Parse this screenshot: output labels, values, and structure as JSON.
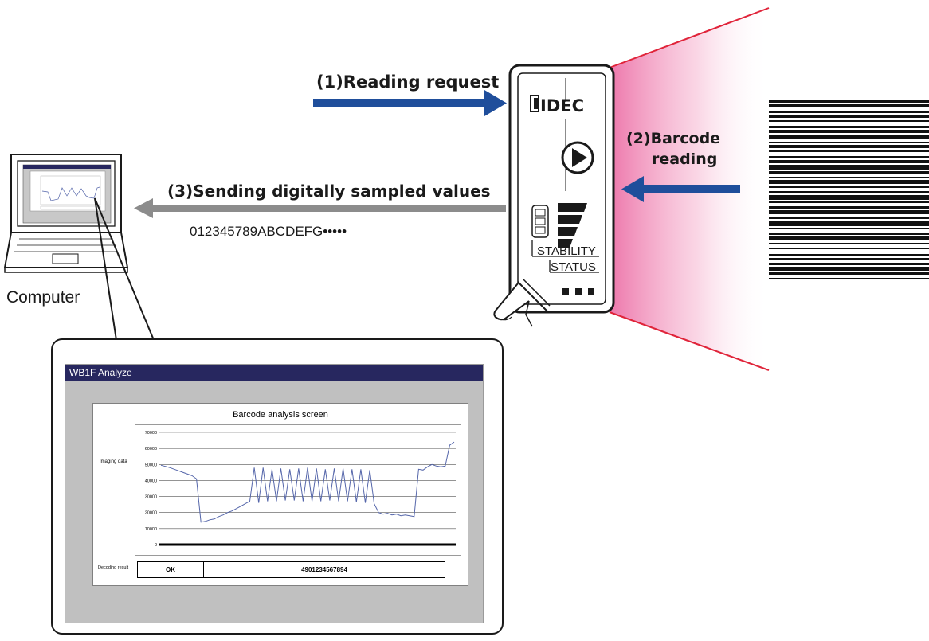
{
  "labels": {
    "reading_request": "(1)Reading request",
    "barcode_reading_line1": "(2)Barcode",
    "barcode_reading_line2": "reading",
    "sending_values": "(3)Sending digitally sampled values",
    "sampled_string": "012345789ABCDEFG•••••",
    "computer": "Computer"
  },
  "device": {
    "brand": "IDEC",
    "stability_label": "STABILITY",
    "status_label": "STATUS",
    "play_icon": "play-icon"
  },
  "app": {
    "window_title": "WB1F Analyze",
    "panel_title": "Barcode analysis screen",
    "imaging_label": "Imaging data",
    "decoding_label": "Decoding result",
    "decode_status": "OK",
    "decoded_code": "4901234567894"
  },
  "colors": {
    "arrow_blue": "#1f4e9b",
    "arrow_gray": "#8c8c8c",
    "beam_pink": "#ec6fa6",
    "beam_edge": "#e0243a",
    "waveform": "#5566aa",
    "titlebar": "#27275f"
  },
  "chart_data": {
    "type": "line",
    "title": "",
    "xlabel": "",
    "ylabel": "Imaging data",
    "ylim": [
      0,
      70000
    ],
    "yticks": [
      0,
      10000,
      20000,
      30000,
      40000,
      50000,
      60000,
      70000
    ],
    "grid": true,
    "series": [
      {
        "values": [
          49500,
          48800,
          48000,
          47000,
          46000,
          45000,
          44000,
          43000,
          41000,
          14000,
          14500,
          15500,
          16000,
          17500,
          18500,
          20000,
          21000,
          22500,
          24000,
          25500,
          27000,
          48000,
          26000,
          48000,
          27000,
          47000,
          27000,
          47500,
          27500,
          47000,
          27500,
          47500,
          27000,
          48000,
          27000,
          47500,
          27000,
          47000,
          27500,
          47500,
          27000,
          47500,
          27000,
          47000,
          26500,
          47000,
          26000,
          46500,
          25500,
          20000,
          19000,
          19500,
          18500,
          19000,
          18000,
          18500,
          18000,
          17500,
          47000,
          46500,
          48500,
          50000,
          49000,
          48500,
          49000,
          62000,
          64000
        ]
      }
    ]
  }
}
